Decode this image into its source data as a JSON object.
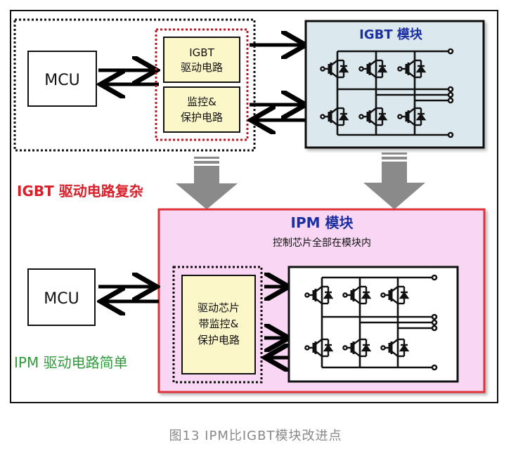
{
  "colors": {
    "red_label": "#d9202a",
    "green_label": "#2e9a3a",
    "blue_title": "#1b2fa0",
    "igbt_bg": "#dbe8ee",
    "ipm_bg": "#f8d6f4",
    "ipm_border": "#e0323c",
    "circuit_box_bg": "#fbf7c9",
    "gray_arrow": "#8a8a8a"
  },
  "top": {
    "mcu_label": "MCU",
    "drive_box": {
      "line1": "IGBT",
      "line2": "驱动电路"
    },
    "protect_box": {
      "line1": "监控&",
      "line2": "保护电路"
    },
    "igbt_title": "IGBT 模块"
  },
  "middle": {
    "igbt_label": "IGBT 驱动电路复杂"
  },
  "bottom": {
    "mcu_label": "MCU",
    "ipm_title": "IPM 模块",
    "ipm_subtitle": "控制芯片全部在模块内",
    "chip_box": {
      "line1": "驱动芯片",
      "line2": "带监控&",
      "line3": "保护电路"
    },
    "ipm_label": "IPM 驱动电路简单"
  },
  "caption": "图13    IPM比IGBT模块改进点"
}
